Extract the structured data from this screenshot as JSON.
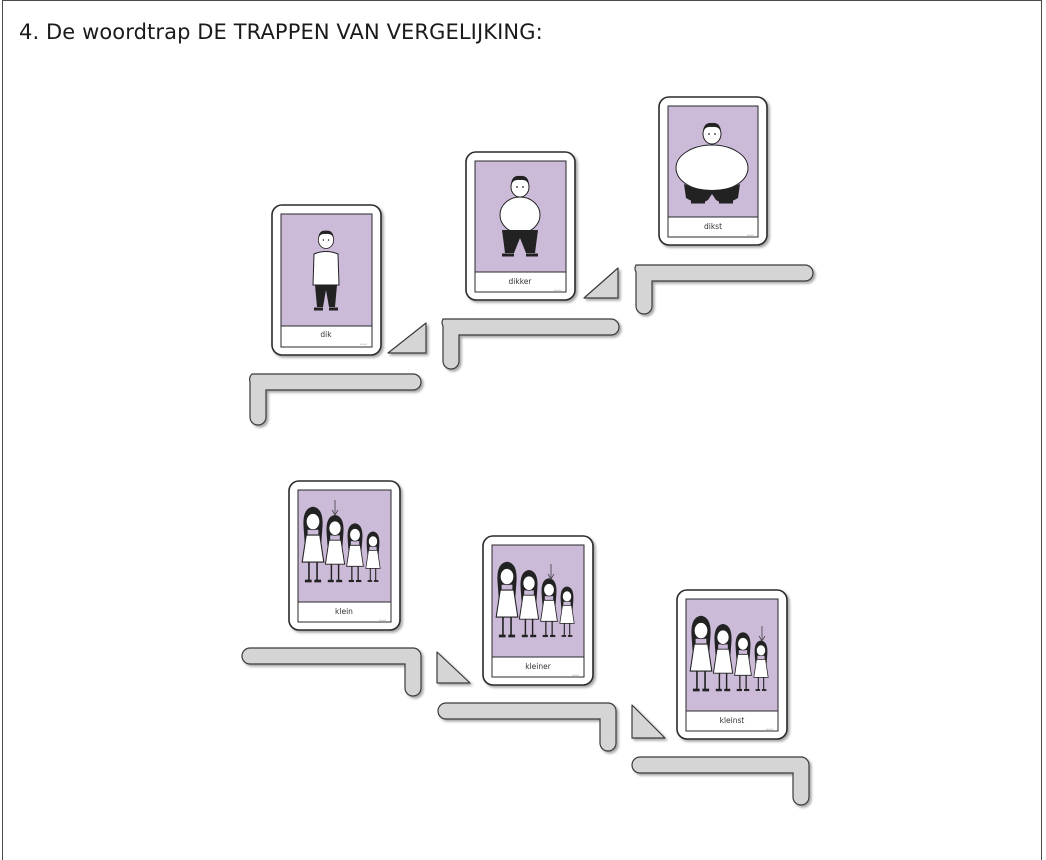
{
  "heading": "4. De woordtrap DE TRAPPEN VAN VERGELIJKING:",
  "colors": {
    "card_bg": "#cbbad8",
    "step": "#d5d5d5",
    "step_border": "#3a3a3a"
  },
  "top_staircase": {
    "cards": [
      {
        "label": "dik",
        "figure": "thin-boy-icon"
      },
      {
        "label": "dikker",
        "figure": "chubby-boy-icon"
      },
      {
        "label": "dikst",
        "figure": "fat-boy-icon"
      }
    ]
  },
  "bottom_staircase": {
    "cards": [
      {
        "label": "klein",
        "figure": "girls-height-row-icon"
      },
      {
        "label": "kleiner",
        "figure": "girls-height-row-icon"
      },
      {
        "label": "kleinst",
        "figure": "girls-height-row-icon"
      }
    ]
  }
}
